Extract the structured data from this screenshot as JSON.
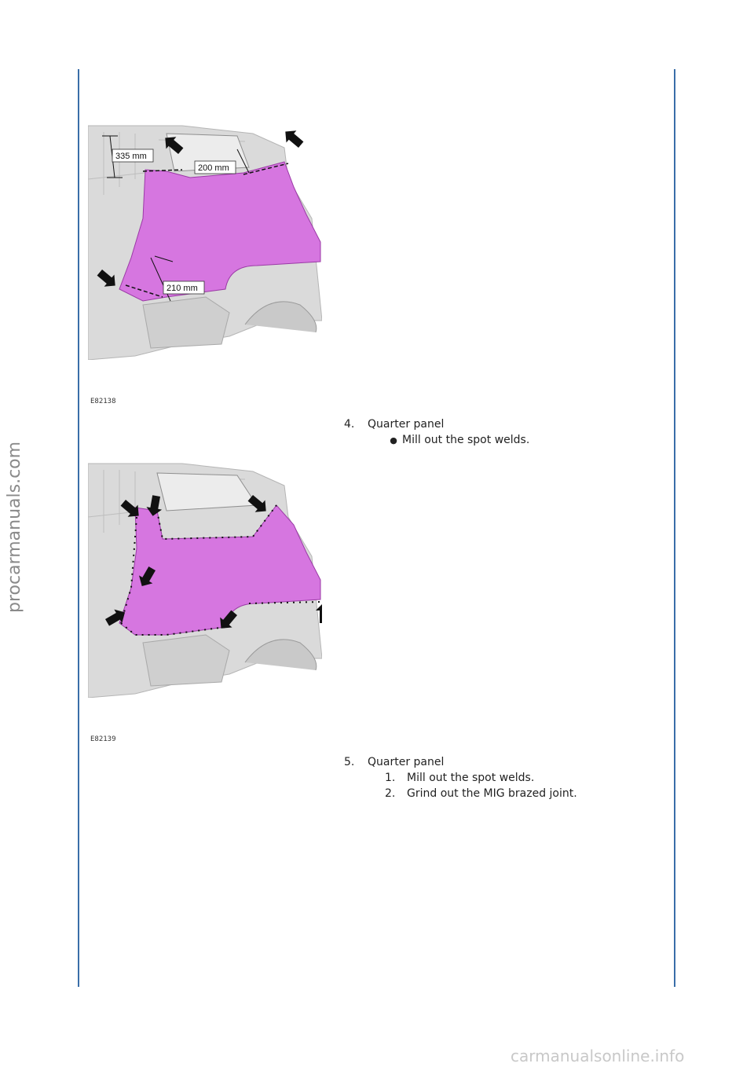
{
  "figures": [
    {
      "code": "E82138",
      "dimensions": [
        "335 mm",
        "200 mm",
        "210 mm"
      ]
    },
    {
      "code": "E82139"
    }
  ],
  "steps": [
    {
      "number": "4.",
      "title": "Quarter panel",
      "bullet_items": [
        "Mill out the spot welds."
      ]
    },
    {
      "number": "5.",
      "title": "Quarter panel",
      "numbered_items": [
        {
          "number": "1.",
          "text": "Mill out the spot welds."
        },
        {
          "number": "2.",
          "text": "Grind out the MIG brazed joint."
        }
      ]
    }
  ],
  "watermarks": {
    "side": "procarmanuals.com",
    "bottom": "carmanualsonline.info"
  },
  "colors": {
    "panel_highlight": "#d676e0",
    "rule": "#3a6ea8"
  },
  "icons": [
    "arrow-icon"
  ]
}
